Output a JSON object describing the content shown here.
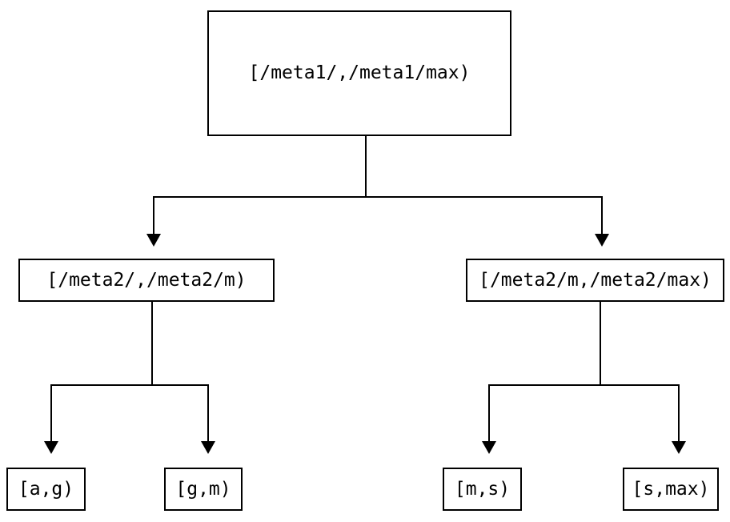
{
  "diagram": {
    "type": "tree",
    "description": "Two-level range partition tree",
    "colors": {
      "background": "#ffffff",
      "line": "#000000",
      "text": "#000000"
    },
    "nodes": {
      "root": "[/meta1/,/meta1/max)",
      "left_child": "[/meta2/,/meta2/m)",
      "right_child": "[/meta2/m,/meta2/max)",
      "leaf_a_g": "[a,g)",
      "leaf_g_m": "[g,m)",
      "leaf_m_s": "[m,s)",
      "leaf_s_max": "[s,max)"
    },
    "edges": [
      {
        "from": "root",
        "to": "left_child"
      },
      {
        "from": "root",
        "to": "right_child"
      },
      {
        "from": "left_child",
        "to": "leaf_a_g"
      },
      {
        "from": "left_child",
        "to": "leaf_g_m"
      },
      {
        "from": "right_child",
        "to": "leaf_m_s"
      },
      {
        "from": "right_child",
        "to": "leaf_s_max"
      }
    ]
  }
}
